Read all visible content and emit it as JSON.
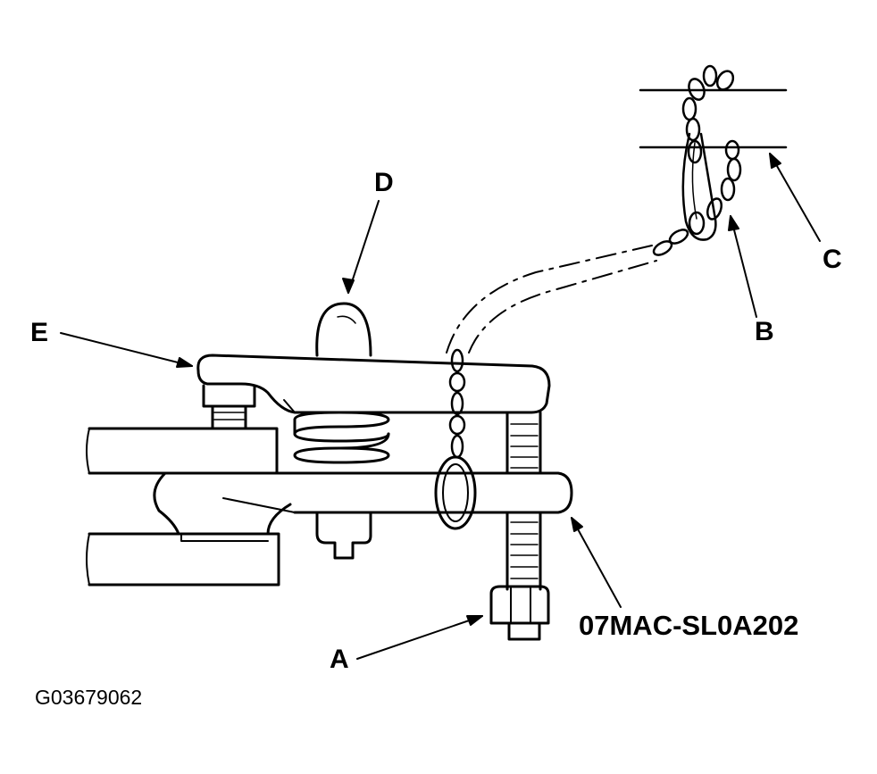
{
  "callouts": {
    "a": "A",
    "b": "B",
    "c": "C",
    "d": "D",
    "e": "E"
  },
  "tool_part_number": "07MAC-SL0A202",
  "figure_code": "G03679062"
}
